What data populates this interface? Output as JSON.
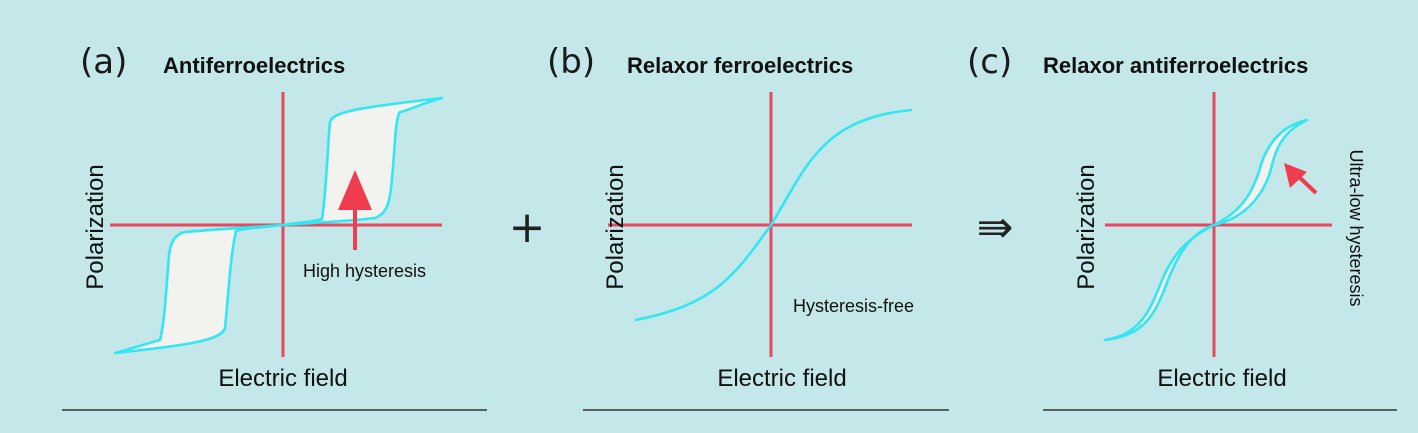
{
  "panels": [
    {
      "letter": "(a)",
      "title": "Antiferroelectrics",
      "ylabel": "Polarization",
      "xlabel": "Electric field",
      "annotation": "High hysteresis"
    },
    {
      "letter": "(b)",
      "title": "Relaxor ferroelectrics",
      "ylabel": "Polarization",
      "xlabel": "Electric field",
      "annotation": "Hysteresis-free"
    },
    {
      "letter": "(c)",
      "title": "Relaxor antiferroelectrics",
      "ylabel": "Polarization",
      "xlabel": "Electric field",
      "annotation": "Ultra-low hysteresis"
    }
  ],
  "operators": {
    "plus": "+",
    "implies": "⇛"
  },
  "colors": {
    "background": "#c4e7ea",
    "axis": "#e8475d",
    "curve": "#34e6f2",
    "loop_fill": "#f2f2ee",
    "arrow": "#f03c4f"
  }
}
